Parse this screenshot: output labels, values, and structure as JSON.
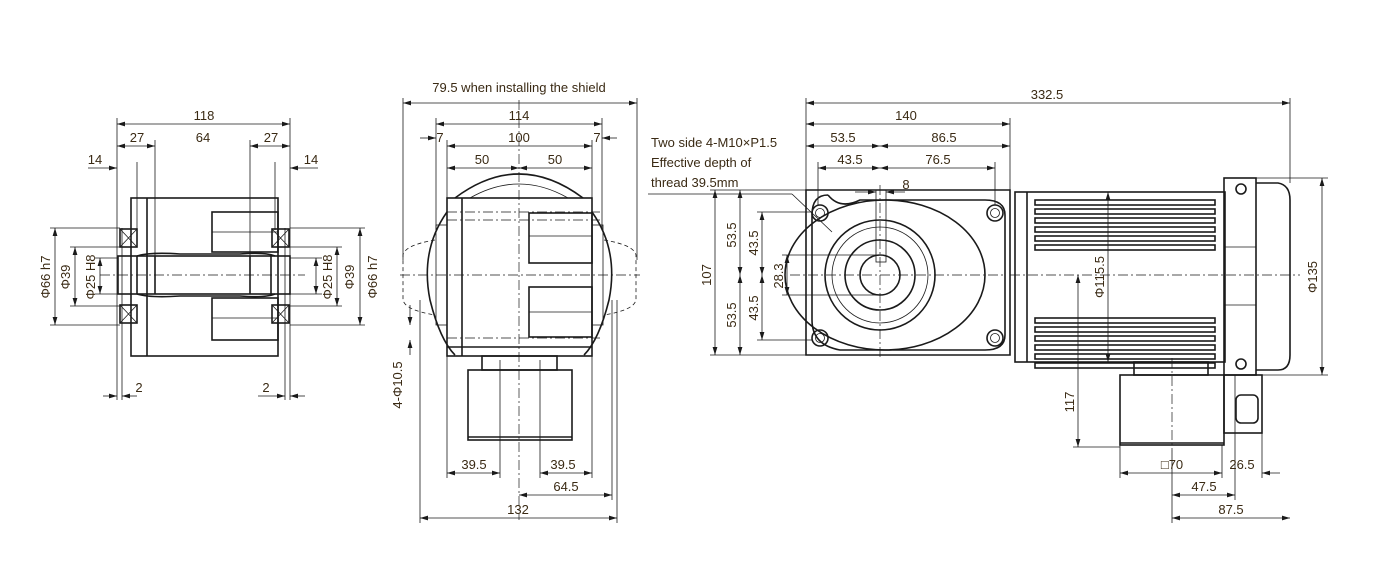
{
  "side_view": {
    "overall": "118",
    "left_27": "27",
    "center_64": "64",
    "right_27": "27",
    "left_14": "14",
    "right_14": "14",
    "left_phi66": "Φ66 h7",
    "left_phi39": "Φ39",
    "left_phi25": "Φ25 H8",
    "right_phi25": "Φ25 H8",
    "right_phi39": "Φ39",
    "right_phi66": "Φ66 h7",
    "left_2": "2",
    "right_2": "2"
  },
  "front_view": {
    "shield_note": "79.5 when installing the shield",
    "width_114": "114",
    "width_100": "100",
    "left_7": "7",
    "right_7": "7",
    "left_50": "50",
    "right_50": "50",
    "hole_note": "4-Φ10.5",
    "left_39_5": "39.5",
    "right_39_5": "39.5",
    "dim_64_5": "64.5",
    "dim_132": "132"
  },
  "top_view": {
    "overall": "332.5",
    "dim_140": "140",
    "dim_53_5": "53.5",
    "dim_86_5": "86.5",
    "dim_43_5": "43.5",
    "dim_76_5": "76.5",
    "key_8": "8",
    "thread_note": [
      "Two side 4-M10×P1.5",
      "Effective depth of",
      "thread 39.5mm"
    ],
    "height_107": "107",
    "upper_53_5": "53.5",
    "lower_53_5": "53.5",
    "upper_43_5": "43.5",
    "lower_43_5": "43.5",
    "key_28_3": "28.3",
    "motor_dia": "Φ115.5",
    "cap_dia": "Φ135",
    "height_117": "117",
    "box_70": "□70",
    "dim_26_5": "26.5",
    "dim_47_5": "47.5",
    "dim_87_5": "87.5"
  }
}
